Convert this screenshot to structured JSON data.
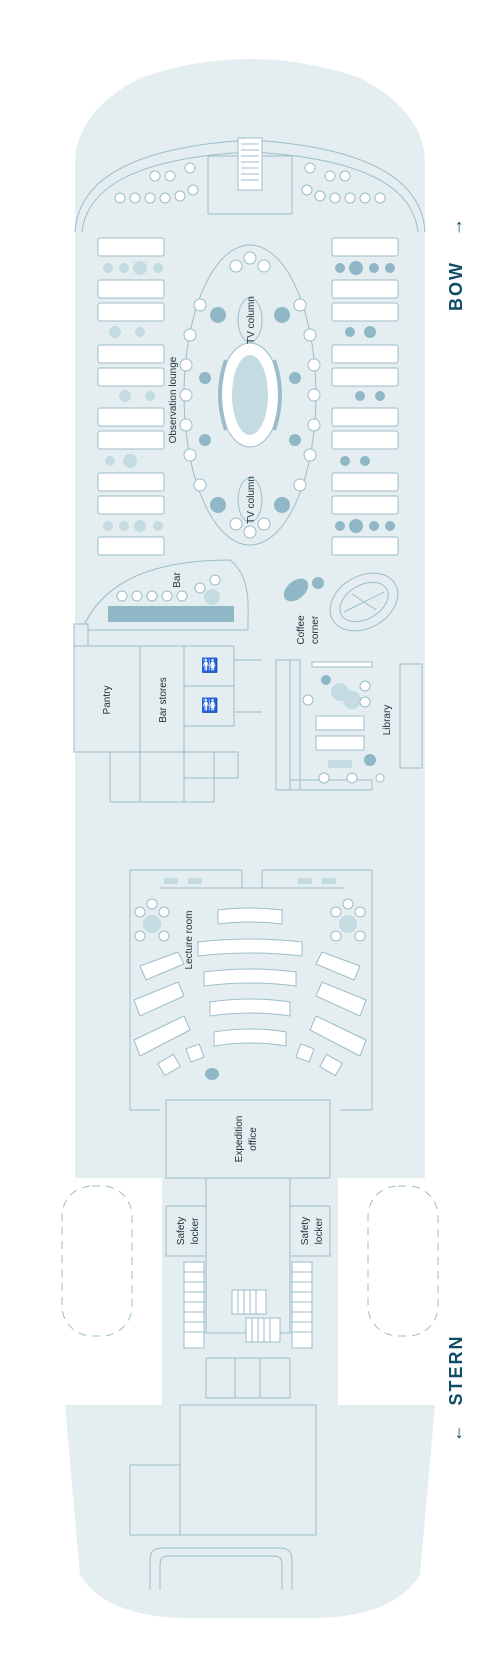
{
  "compass": {
    "bow": "BOW",
    "stern": "STERN",
    "bow_arrow": "→",
    "stern_arrow": "←"
  },
  "rooms": {
    "observation_lounge": "Observation lounge",
    "tv_column_top": "TV column",
    "tv_column_bottom": "TV column",
    "bar": "Bar",
    "coffee_corner_1": "Coffee",
    "coffee_corner_2": "corner",
    "pantry": "Pantry",
    "bar_stores": "Bar stores",
    "library": "Library",
    "lecture_room": "Lecture room",
    "expedition_office_1": "Expedition",
    "expedition_office_2": "office",
    "safety_locker_left_1": "Safety",
    "safety_locker_left_2": "locker",
    "safety_locker_right_1": "Safety",
    "safety_locker_right_2": "locker"
  },
  "icons": {
    "restroom_1": "restroom-icon",
    "restroom_2": "restroom-icon"
  },
  "colors": {
    "hull": "#e4eef1",
    "lines": "#9cbdc8",
    "furniture": "#8fb7c5",
    "compass": "#0f4c66"
  }
}
